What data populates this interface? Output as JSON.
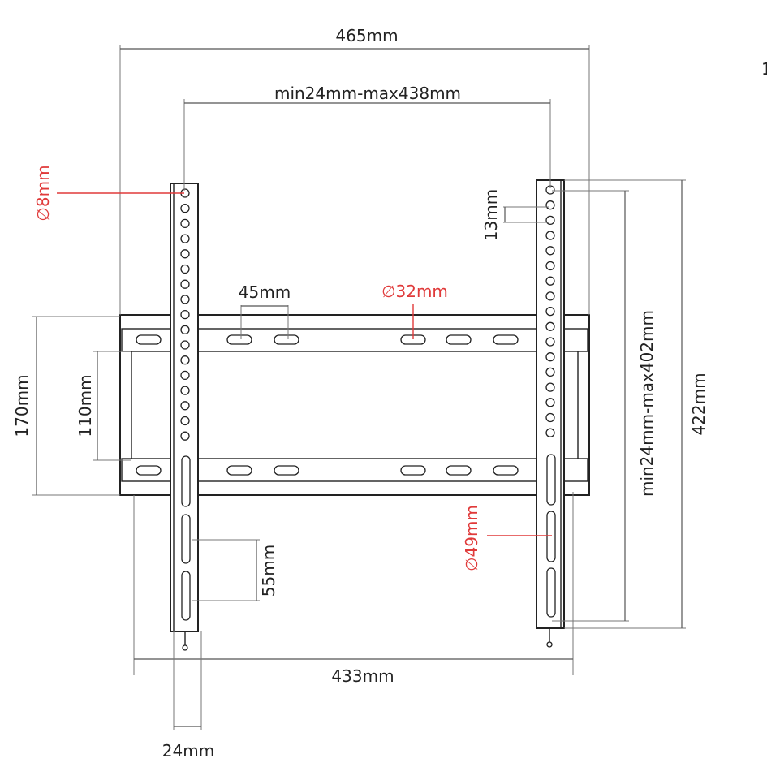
{
  "labels": {
    "overall_width": "465mm",
    "vesa_horizontal": "min24mm-max438mm",
    "hole_diameter_small": "∅8mm",
    "hole_pitch": "13mm",
    "slot_spacing": "45mm",
    "slot_diameter": "∅32mm",
    "wall_plate_height": "170mm",
    "inner_height": "110mm",
    "vesa_vertical": "min24mm-max402mm",
    "arm_height": "422mm",
    "slot_large": "∅49mm",
    "lower_slot": "55mm",
    "bottom_width": "433mm",
    "arm_width": "24mm",
    "corner_mark": "1"
  },
  "colors": {
    "line": "#222222",
    "dimension": "#555555",
    "highlight": "#e03a3a"
  }
}
